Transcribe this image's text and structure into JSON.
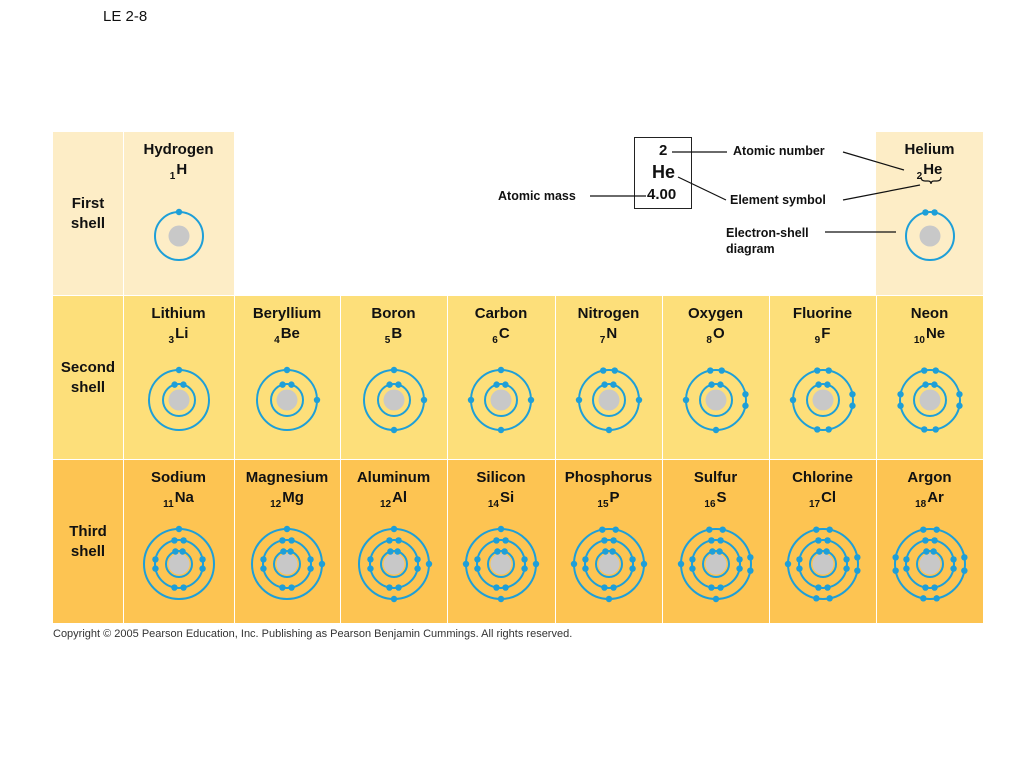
{
  "slide_label": "LE 2-8",
  "rows": [
    {
      "label": "First\nshell"
    },
    {
      "label": "Second\nshell"
    },
    {
      "label": "Third\nshell"
    }
  ],
  "elements": [
    {
      "name": "Hydrogen",
      "number": "1",
      "symbol": "H",
      "shells": [
        1
      ]
    },
    {
      "name": "Helium",
      "number": "2",
      "symbol": "He",
      "shells": [
        2
      ]
    },
    {
      "name": "Lithium",
      "number": "3",
      "symbol": "Li",
      "shells": [
        2,
        1
      ]
    },
    {
      "name": "Beryllium",
      "number": "4",
      "symbol": "Be",
      "shells": [
        2,
        2
      ]
    },
    {
      "name": "Boron",
      "number": "5",
      "symbol": "B",
      "shells": [
        2,
        3
      ]
    },
    {
      "name": "Carbon",
      "number": "6",
      "symbol": "C",
      "shells": [
        2,
        4
      ]
    },
    {
      "name": "Nitrogen",
      "number": "7",
      "symbol": "N",
      "shells": [
        2,
        5
      ]
    },
    {
      "name": "Oxygen",
      "number": "8",
      "symbol": "O",
      "shells": [
        2,
        6
      ]
    },
    {
      "name": "Fluorine",
      "number": "9",
      "symbol": "F",
      "shells": [
        2,
        7
      ]
    },
    {
      "name": "Neon",
      "number": "10",
      "symbol": "Ne",
      "shells": [
        2,
        8
      ]
    },
    {
      "name": "Sodium",
      "number": "11",
      "symbol": "Na",
      "shells": [
        2,
        8,
        1
      ]
    },
    {
      "name": "Magnesium",
      "number": "12",
      "symbol": "Mg",
      "shells": [
        2,
        8,
        2
      ]
    },
    {
      "name": "Aluminum",
      "number": "12",
      "symbol": "Al",
      "shells": [
        2,
        8,
        3
      ]
    },
    {
      "name": "Silicon",
      "number": "14",
      "symbol": "Si",
      "shells": [
        2,
        8,
        4
      ]
    },
    {
      "name": "Phosphorus",
      "number": "15",
      "symbol": "P",
      "shells": [
        2,
        8,
        5
      ]
    },
    {
      "name": "Sulfur",
      "number": "16",
      "symbol": "S",
      "shells": [
        2,
        8,
        6
      ]
    },
    {
      "name": "Chlorine",
      "number": "17",
      "symbol": "Cl",
      "shells": [
        2,
        8,
        7
      ]
    },
    {
      "name": "Argon",
      "number": "18",
      "symbol": "Ar",
      "shells": [
        2,
        8,
        8
      ]
    }
  ],
  "key": {
    "atomic_number": "2",
    "symbol": "He",
    "atomic_mass": "4.00",
    "labels": {
      "atomic_number": "Atomic number",
      "element_symbol": "Element symbol",
      "atomic_mass": "Atomic mass",
      "electron_shell": "Electron-shell\ndiagram"
    }
  },
  "colors": {
    "shell_line": "#1e9fd8",
    "electron": "#1e9fd8",
    "nucleus": "#c8c8c8",
    "row1": "#fdedc6",
    "row2": "#fddf7a",
    "row3": "#fdc452"
  },
  "copyright": "Copyright © 2005 Pearson Education, Inc. Publishing as Pearson Benjamin Cummings. All rights reserved."
}
